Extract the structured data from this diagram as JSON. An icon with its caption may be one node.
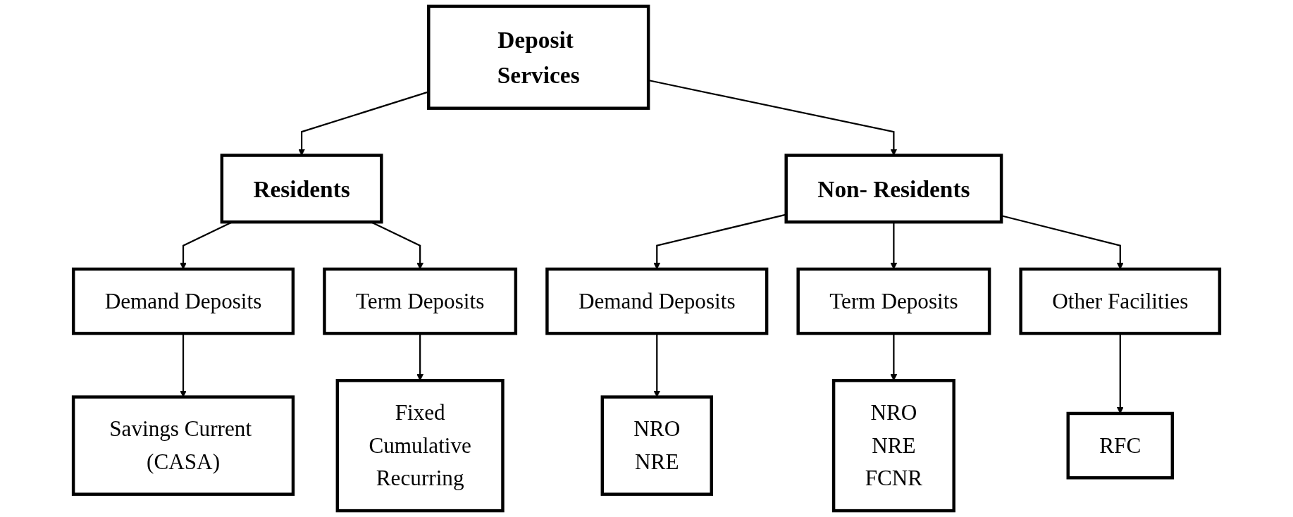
{
  "diagram": {
    "nodes": [
      {
        "text": [
          "Deposit Services"
        ]
      },
      {
        "text": [
          "Residents"
        ]
      },
      {
        "text": [
          "Non- Residents"
        ]
      },
      {
        "text": [
          "Demand Deposits"
        ]
      },
      {
        "text": [
          "Term Deposits"
        ]
      },
      {
        "text": [
          "Savings Current (CASA)"
        ]
      },
      {
        "text": [
          "Fixed",
          "Cumulative",
          "Recurring"
        ]
      },
      {
        "text": [
          "Demand Deposits"
        ]
      },
      {
        "text": [
          "Term Deposits"
        ]
      },
      {
        "text": [
          "Other Facilities"
        ]
      },
      {
        "text": [
          "NRO",
          "NRE"
        ]
      },
      {
        "text": [
          "NRO",
          "NRE",
          "FCNR"
        ]
      },
      {
        "text": [
          "RFC"
        ]
      }
    ],
    "edges": [
      {
        "from": 0,
        "to": 1,
        "arrow": "to"
      },
      {
        "from": 0,
        "to": 2,
        "arrow": "to"
      },
      {
        "from": 1,
        "to": 3,
        "arrow": "to"
      },
      {
        "from": 1,
        "to": 4,
        "arrow": "to"
      },
      {
        "from": 3,
        "to": 5,
        "arrow": "to"
      },
      {
        "from": 4,
        "to": 6,
        "arrow": "to"
      },
      {
        "from": 2,
        "to": 7,
        "arrow": "to"
      },
      {
        "from": 2,
        "to": 8,
        "arrow": "to"
      },
      {
        "from": 2,
        "to": 9,
        "arrow": "to"
      },
      {
        "from": 7,
        "to": 10,
        "arrow": "to"
      },
      {
        "from": 8,
        "to": 11,
        "arrow": "to"
      },
      {
        "from": 9,
        "to": 12,
        "arrow": "to"
      }
    ]
  }
}
